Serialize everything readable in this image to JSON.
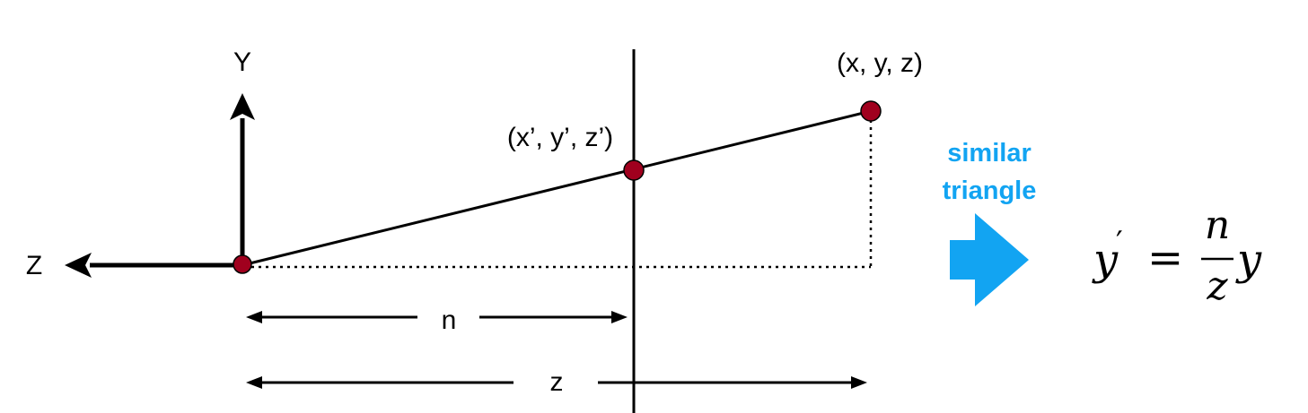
{
  "labels": {
    "y_axis": "Y",
    "z_axis": "Z",
    "point_far": "(x, y, z)",
    "point_near": "(x’, y’, z’)",
    "dist_n": "n",
    "dist_z": "z"
  },
  "callout": {
    "line1": "similar",
    "line2": "triangle"
  },
  "equation": {
    "lhs": "y",
    "prime": "′",
    "equals": "=",
    "numerator": "n",
    "denominator": "z",
    "rhs": "y"
  },
  "colors": {
    "line": "#000000",
    "point": "#a0001e",
    "accent": "#12a4f2"
  }
}
